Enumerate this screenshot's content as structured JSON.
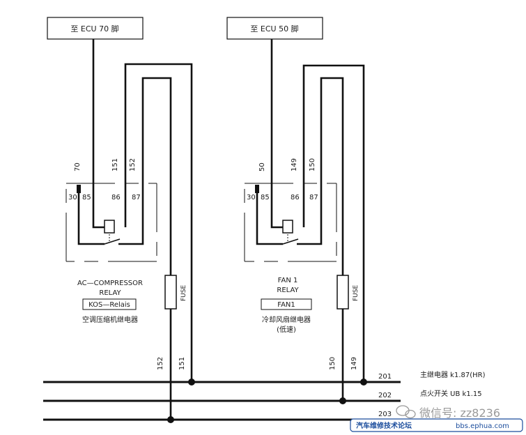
{
  "ecu_boxes": [
    {
      "label": "至 ECU 70 脚"
    },
    {
      "label": "至 ECU 50 脚"
    }
  ],
  "relays": [
    {
      "top_wire_labels": [
        "70",
        "151",
        "152"
      ],
      "pin_labels": [
        "30",
        "85",
        "86",
        "87"
      ],
      "caption_line1": "AC—COMPRESSOR",
      "caption_line2": "RELAY",
      "tag": "KOS—Relais",
      "cn_name": "空调压缩机继电器",
      "cn_note": "",
      "fuse_label": "FUSE",
      "bottom_wire_labels": [
        "152",
        "151"
      ]
    },
    {
      "top_wire_labels": [
        "50",
        "149",
        "150"
      ],
      "pin_labels": [
        "30",
        "85",
        "86",
        "87"
      ],
      "caption_line1": "FAN 1",
      "caption_line2": "RELAY",
      "tag": "FAN1",
      "cn_name": "冷却风扇继电器",
      "cn_note": "(低速)",
      "fuse_label": "FUSE",
      "bottom_wire_labels": [
        "150",
        "149"
      ]
    }
  ],
  "bus_lines": [
    {
      "number": "201",
      "desc": "主继电器  k1.87(HR)"
    },
    {
      "number": "202",
      "desc": "点火开关  UB k1.15"
    },
    {
      "number": "203",
      "desc": ""
    }
  ],
  "watermark": {
    "text": "微信号: zz8236"
  },
  "footer": {
    "forum": "汽车维修技术论坛",
    "url": "bbs.ephua.com"
  },
  "colors": {
    "line": "#111111",
    "footer_text": "#1a4c9c"
  }
}
